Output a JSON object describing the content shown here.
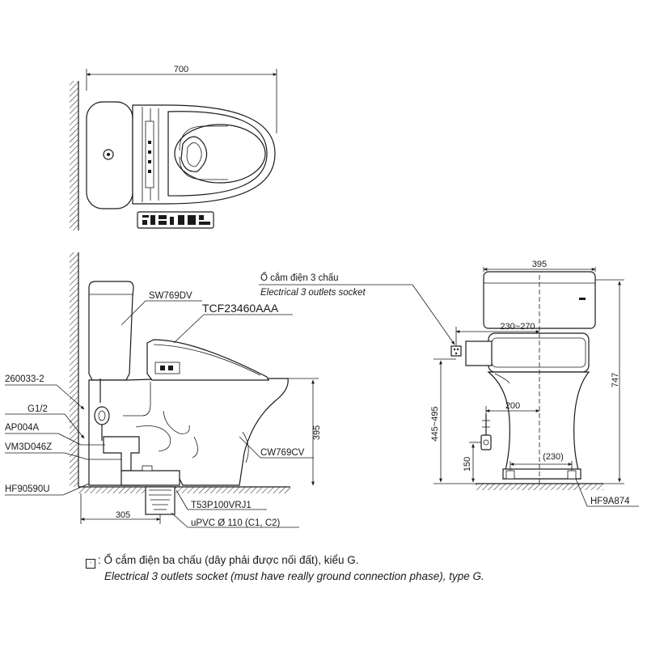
{
  "top_view": {
    "width_dim": "700"
  },
  "side_view": {
    "labels": {
      "tank": "SW769DV",
      "seat": "TCF23460AAA",
      "valve": "260033-2",
      "thread": "G1/2",
      "hose": "AP004A",
      "flange": "VM3D046Z",
      "base": "HF90590U",
      "bowl": "CW769CV",
      "trap": "T53P100VRJ1",
      "pipe": "uPVC Ø 110 (C1, C2)"
    },
    "dims": {
      "bowl_height": "395",
      "rough_in": "305"
    }
  },
  "front_view": {
    "socket_title_vi": "Ổ cắm điện 3 chấu",
    "socket_title_en": "Electrical 3 outlets socket",
    "dims": {
      "width": "395",
      "socket_offset": "230~270",
      "height": "747",
      "socket_height": "445~495",
      "inlet_offset": "200",
      "inlet_height": "150",
      "bolt_spacing": "(230)"
    },
    "base_label": "HF9A874"
  },
  "note": {
    "vi": ": Ổ cắm điện ba chấu (dây phải được nối đất), kiểu G.",
    "en": "Electrical 3 outlets socket (must have really ground connection phase), type G."
  }
}
